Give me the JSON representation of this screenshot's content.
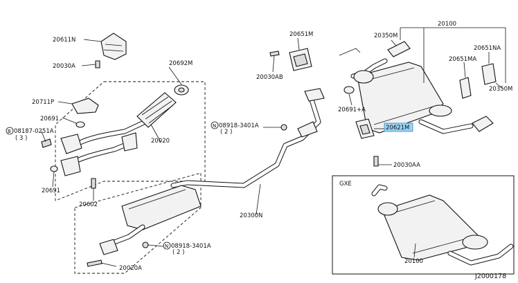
{
  "labels": {
    "p20611N": "20611N",
    "p20030A_top": "20030A",
    "p20692M": "20692M",
    "p20711P": "20711P",
    "p20691_left": "20691",
    "bolt_left": "08187-0251A",
    "bolt_left_qty": "( 3 )",
    "p20020": "20020",
    "p20691_bottom": "20691",
    "p20602": "20602",
    "p20651M": "20651M",
    "p20350M_top": "20350M",
    "p20100_top": "20100",
    "p20651NA": "20651NA",
    "p20651MA": "20651MA",
    "p20350M_right": "20350M",
    "p20030AB": "20030AB",
    "nut_mid": "08918-3401A",
    "nut_mid_qty": "( 2 )",
    "p20691A": "20691+A",
    "p20621M": "20621M",
    "p20030AA": "20030AA",
    "p20300N": "20300N",
    "nut_bottom": "08918-3401A",
    "nut_bottom_qty": "( 2 )",
    "p20020A": "20020A",
    "inset_title": "GXE",
    "p20100_inset": "20100",
    "nut_symbol": "N",
    "bolt_symbol": "B",
    "diagram_code": "J2000178"
  },
  "highlight": {
    "part": "20621M",
    "color": "#9bd3f2"
  }
}
